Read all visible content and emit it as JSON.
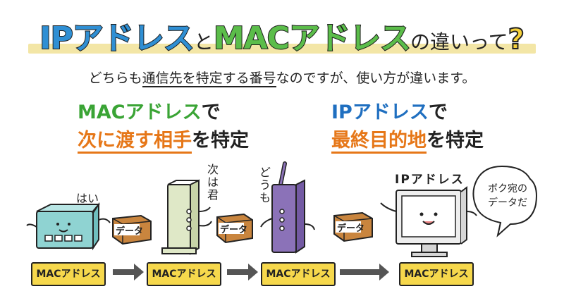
{
  "title": {
    "ip": "IPアドレス",
    "and": "と",
    "mac": "MACアドレス",
    "rest": "の違いって",
    "q": "?"
  },
  "subtitle": {
    "pre": "どちらも",
    "underlined": "通信先を特定する番号",
    "post": "なのですが、使い方が違います。"
  },
  "left_column": {
    "head_colored": "MACアドレス",
    "head_suffix": "で",
    "line2_orange": "次に渡す相手",
    "line2_suffix": "を特定"
  },
  "right_column": {
    "head_colored": "IPアドレス",
    "head_suffix": "で",
    "line2_orange": "最終目的地",
    "line2_suffix": "を特定"
  },
  "bottom_labels": [
    "MACアドレス",
    "MACアドレス",
    "MACアドレス",
    "MACアドレス"
  ],
  "packets": [
    "データ",
    "データ",
    "データ"
  ],
  "speech": {
    "hub": "はい",
    "router1": "次\nは\n君",
    "router2": "ど\nう\nも",
    "pc_label": "IPアドレス",
    "bubble": "ボク宛の\nデータだ"
  },
  "colors": {
    "ip_blue": "#2f8fd4",
    "mac_green": "#5bbd4a",
    "orange": "#e67718",
    "label_yellow": "#f6d84c",
    "hub_teal": "#8fd3d2",
    "router_cream": "#dfe8c7",
    "router_purple": "#8b72b8",
    "box_brown": "#c9853e"
  }
}
